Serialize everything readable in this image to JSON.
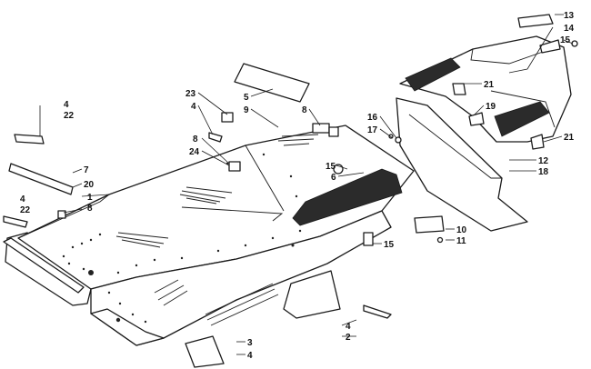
{
  "callouts": [
    {
      "id": "c13",
      "label": "13"
    },
    {
      "id": "c14",
      "label": "14"
    },
    {
      "id": "c15a",
      "label": "15"
    },
    {
      "id": "c21a",
      "label": "21"
    },
    {
      "id": "c19",
      "label": "19"
    },
    {
      "id": "c16",
      "label": "16"
    },
    {
      "id": "c17",
      "label": "17"
    },
    {
      "id": "c21b",
      "label": "21"
    },
    {
      "id": "c12",
      "label": "12"
    },
    {
      "id": "c18",
      "label": "18"
    },
    {
      "id": "c5",
      "label": "5"
    },
    {
      "id": "c9",
      "label": "9"
    },
    {
      "id": "c23",
      "label": "23"
    },
    {
      "id": "c4a",
      "label": "4"
    },
    {
      "id": "c8a",
      "label": "8"
    },
    {
      "id": "c8b",
      "label": "8"
    },
    {
      "id": "c24",
      "label": "24"
    },
    {
      "id": "c15b",
      "label": "15"
    },
    {
      "id": "c6",
      "label": "6"
    },
    {
      "id": "c4b",
      "label": "4"
    },
    {
      "id": "c22a",
      "label": "22"
    },
    {
      "id": "c7",
      "label": "7"
    },
    {
      "id": "c20",
      "label": "20"
    },
    {
      "id": "c1",
      "label": "1"
    },
    {
      "id": "c8c",
      "label": "8"
    },
    {
      "id": "c4c",
      "label": "4"
    },
    {
      "id": "c22b",
      "label": "22"
    },
    {
      "id": "c10",
      "label": "10"
    },
    {
      "id": "c11",
      "label": "11"
    },
    {
      "id": "c15c",
      "label": "15"
    },
    {
      "id": "c4d",
      "label": "4"
    },
    {
      "id": "c2",
      "label": "2"
    },
    {
      "id": "c3",
      "label": "3"
    },
    {
      "id": "c4e",
      "label": "4"
    }
  ]
}
